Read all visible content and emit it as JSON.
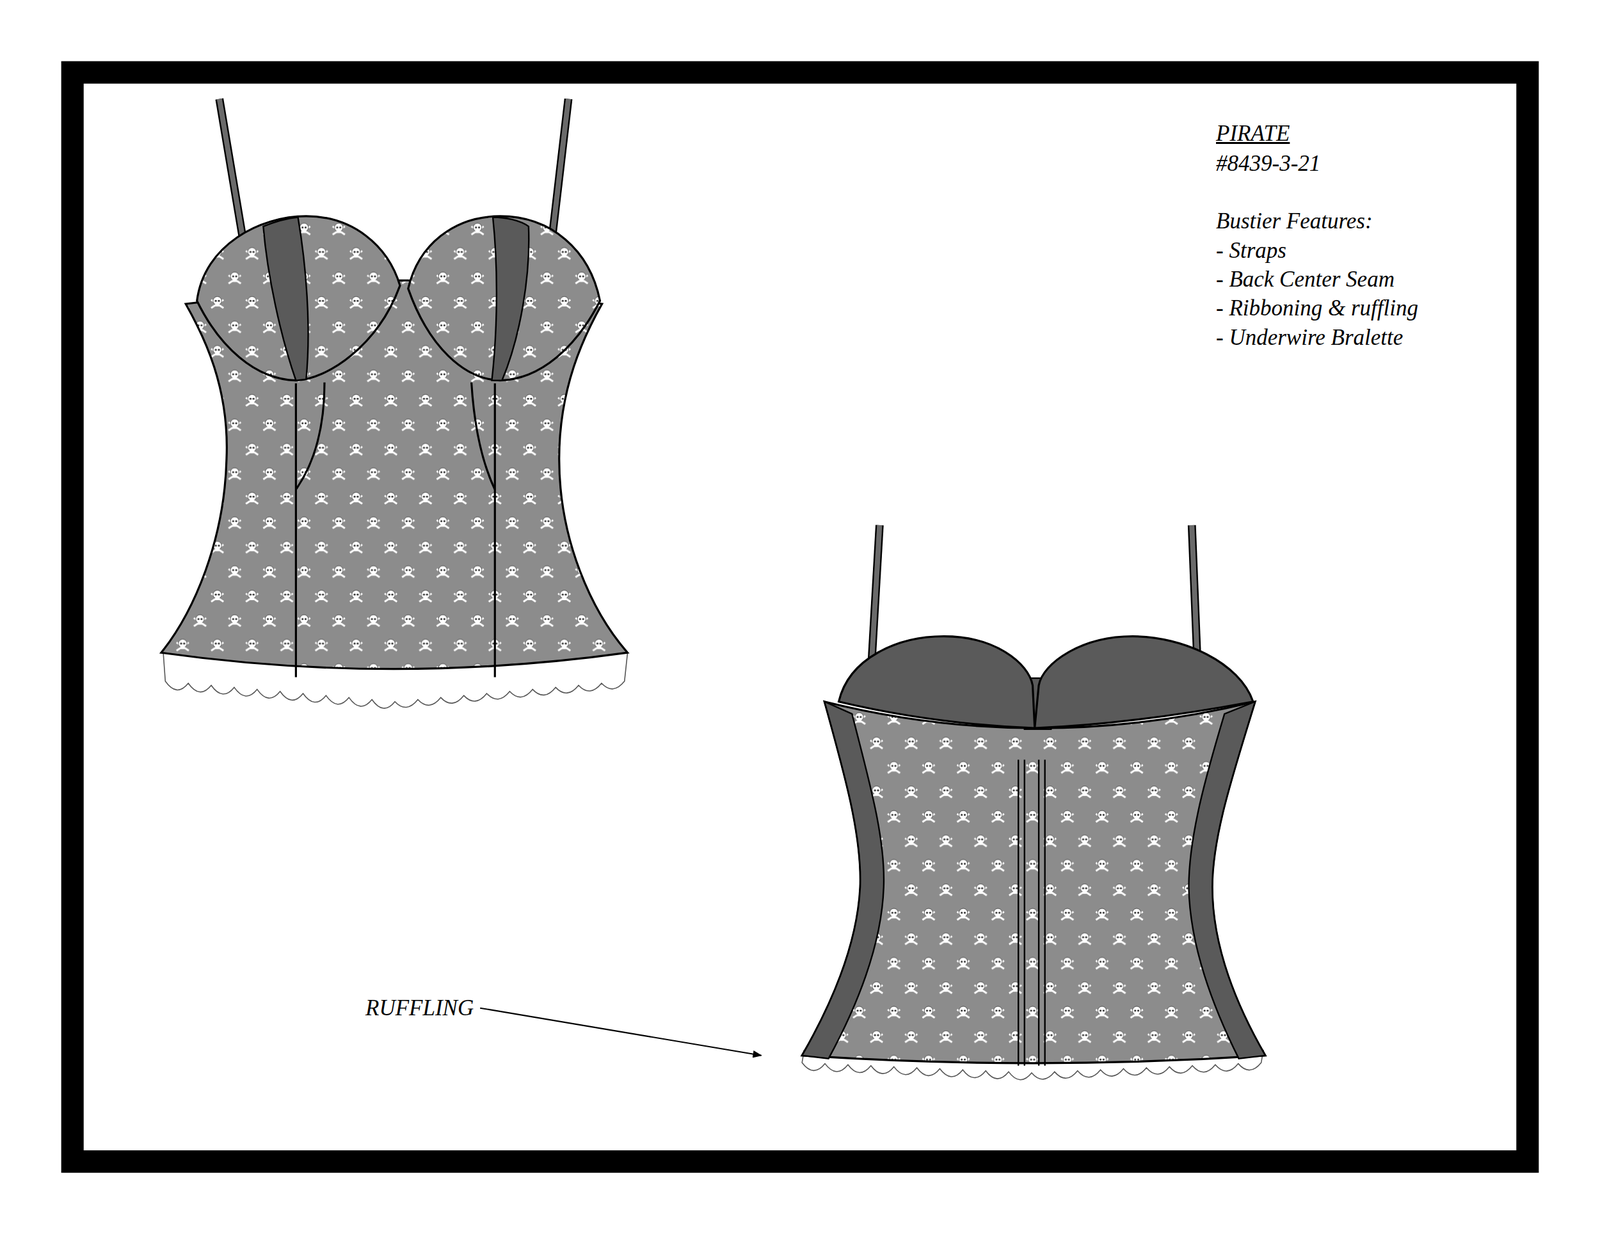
{
  "diagram": {
    "title": "PIRATE",
    "labels": [
      "#8439-3-21",
      "Bustier Features:",
      "- Straps",
      "- Back Center Seam",
      "- Ribboning & ruffling",
      "- Underwire Bralette",
      "RUFFLING"
    ]
  }
}
